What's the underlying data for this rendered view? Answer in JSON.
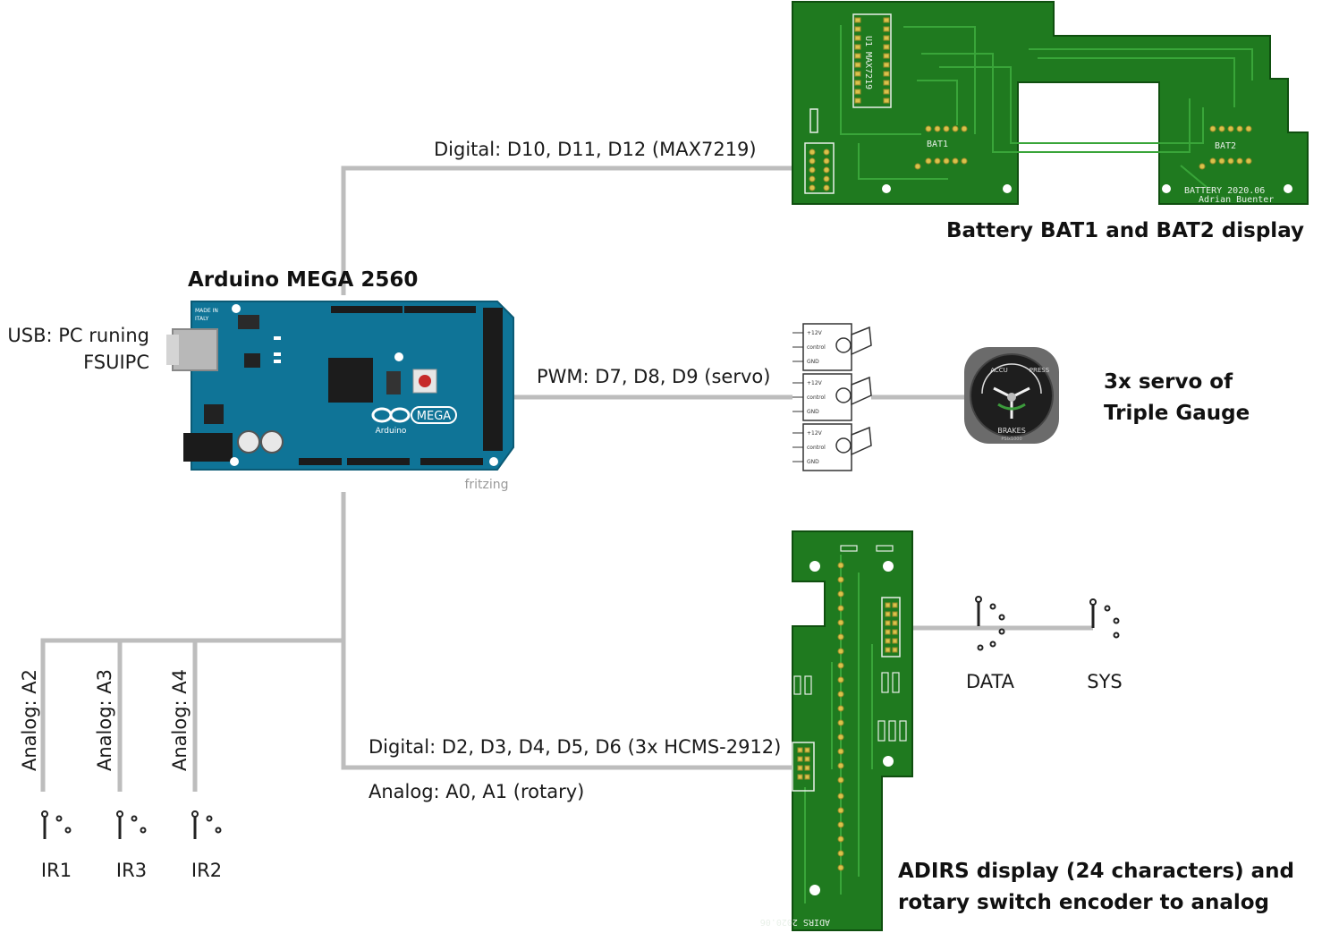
{
  "arduino": {
    "title": "Arduino MEGA 2560",
    "brand": "MEGA",
    "brand_sub": "Arduino",
    "made_in": "MADE IN",
    "made_in_2": "ITALY",
    "watermark": "fritzing"
  },
  "usb": {
    "line1": "USB: PC runing",
    "line2": "FSUIPC"
  },
  "connections": {
    "battery_bus": "Digital: D10, D11, D12 (MAX7219)",
    "servo_bus": "PWM: D7, D8, D9 (servo)",
    "adirs_digital": "Digital: D2, D3, D4, D5, D6 (3x HCMS-2912)",
    "adirs_analog": "Analog: A0, A1 (rotary)"
  },
  "battery": {
    "caption": "Battery BAT1 and BAT2 display",
    "chip_label": "U1  MAX7219",
    "bat1": "BAT1",
    "bat2": "BAT2",
    "board_title": "BATTERY 2020.06",
    "author": "Adrian Buenter"
  },
  "gauge": {
    "caption_line1": "3x servo of",
    "caption_line2": "Triple Gauge",
    "accu": "ACCU",
    "press": "PRESS",
    "brakes": "BRAKES",
    "psi": "PSIx1000",
    "servo_pins": [
      "+12V",
      "control",
      "GND"
    ]
  },
  "adirs": {
    "caption_line1": "ADIRS display (24 characters) and",
    "caption_line2": "rotary switch encoder to analog",
    "board_title": "ADIRS 2020.06",
    "switches": [
      "DATA",
      "SYS"
    ]
  },
  "inputs": [
    {
      "pin": "Analog: A2",
      "switch": "IR1"
    },
    {
      "pin": "Analog: A3",
      "switch": "IR3"
    },
    {
      "pin": "Analog: A4",
      "switch": "IR2"
    }
  ],
  "colors": {
    "pcb": "#1f7a1f",
    "arduino": "#0f7497",
    "wire": "#bdbdbd"
  }
}
